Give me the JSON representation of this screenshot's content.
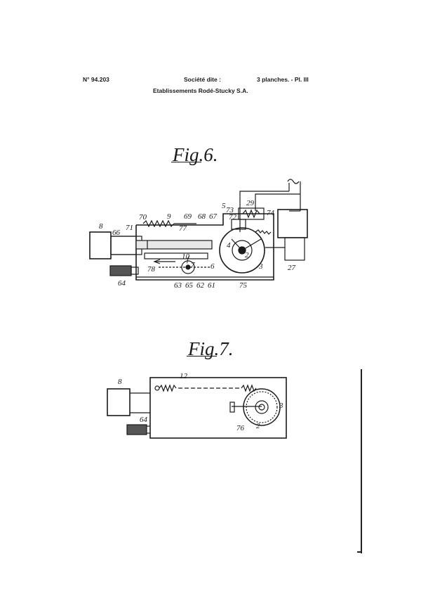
{
  "header": {
    "patent_number": "N° 94.203",
    "company_prefix": "Société dite :",
    "sheets": "3 planches. - Pl. III",
    "company_name": "Etablissements Rodé-Stucky S.A."
  },
  "figures": [
    {
      "title": "Fig.6.",
      "labels": [
        "8",
        "66",
        "70",
        "71",
        "9",
        "69",
        "68",
        "67",
        "5",
        "73",
        "72",
        "29",
        "74",
        "77",
        "4",
        "2",
        "78",
        "f",
        "10",
        "7",
        "6",
        "3",
        "27",
        "64",
        "63",
        "65",
        "62",
        "61",
        "75"
      ]
    },
    {
      "title": "Fig.7.",
      "labels": [
        "8",
        "12",
        "64",
        "76",
        "2",
        "3"
      ]
    }
  ]
}
